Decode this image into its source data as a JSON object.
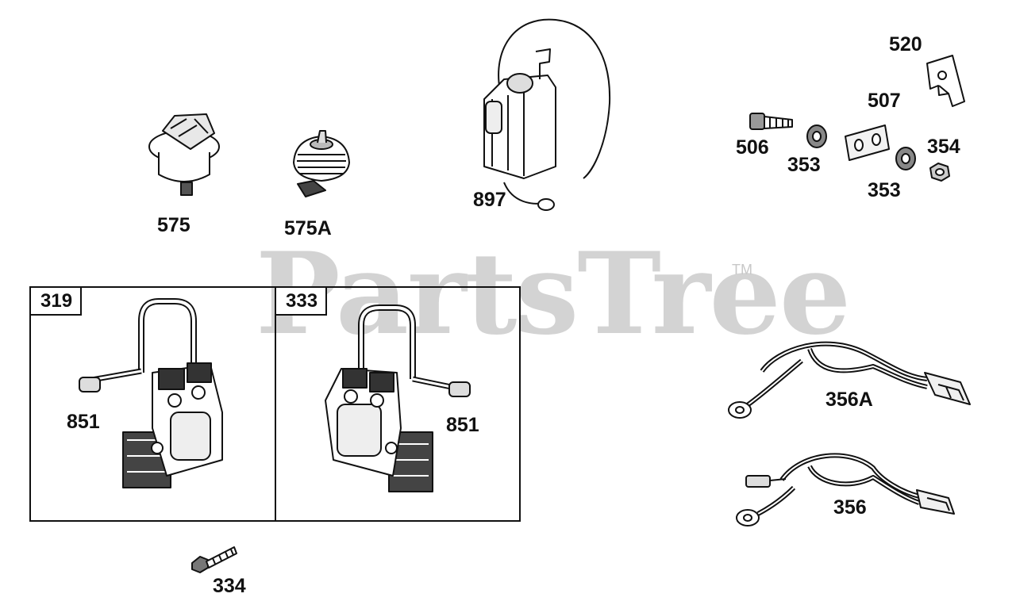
{
  "watermark": {
    "text": "PartsTree",
    "tm": "TM"
  },
  "parts": {
    "p575": "575",
    "p575a": "575A",
    "p897": "897",
    "p520": "520",
    "p507": "507",
    "p506": "506",
    "p353a": "353",
    "p353b": "353",
    "p354": "354",
    "p319": "319",
    "p333": "333",
    "p851a": "851",
    "p851b": "851",
    "p334": "334",
    "p356a": "356A",
    "p356": "356"
  }
}
